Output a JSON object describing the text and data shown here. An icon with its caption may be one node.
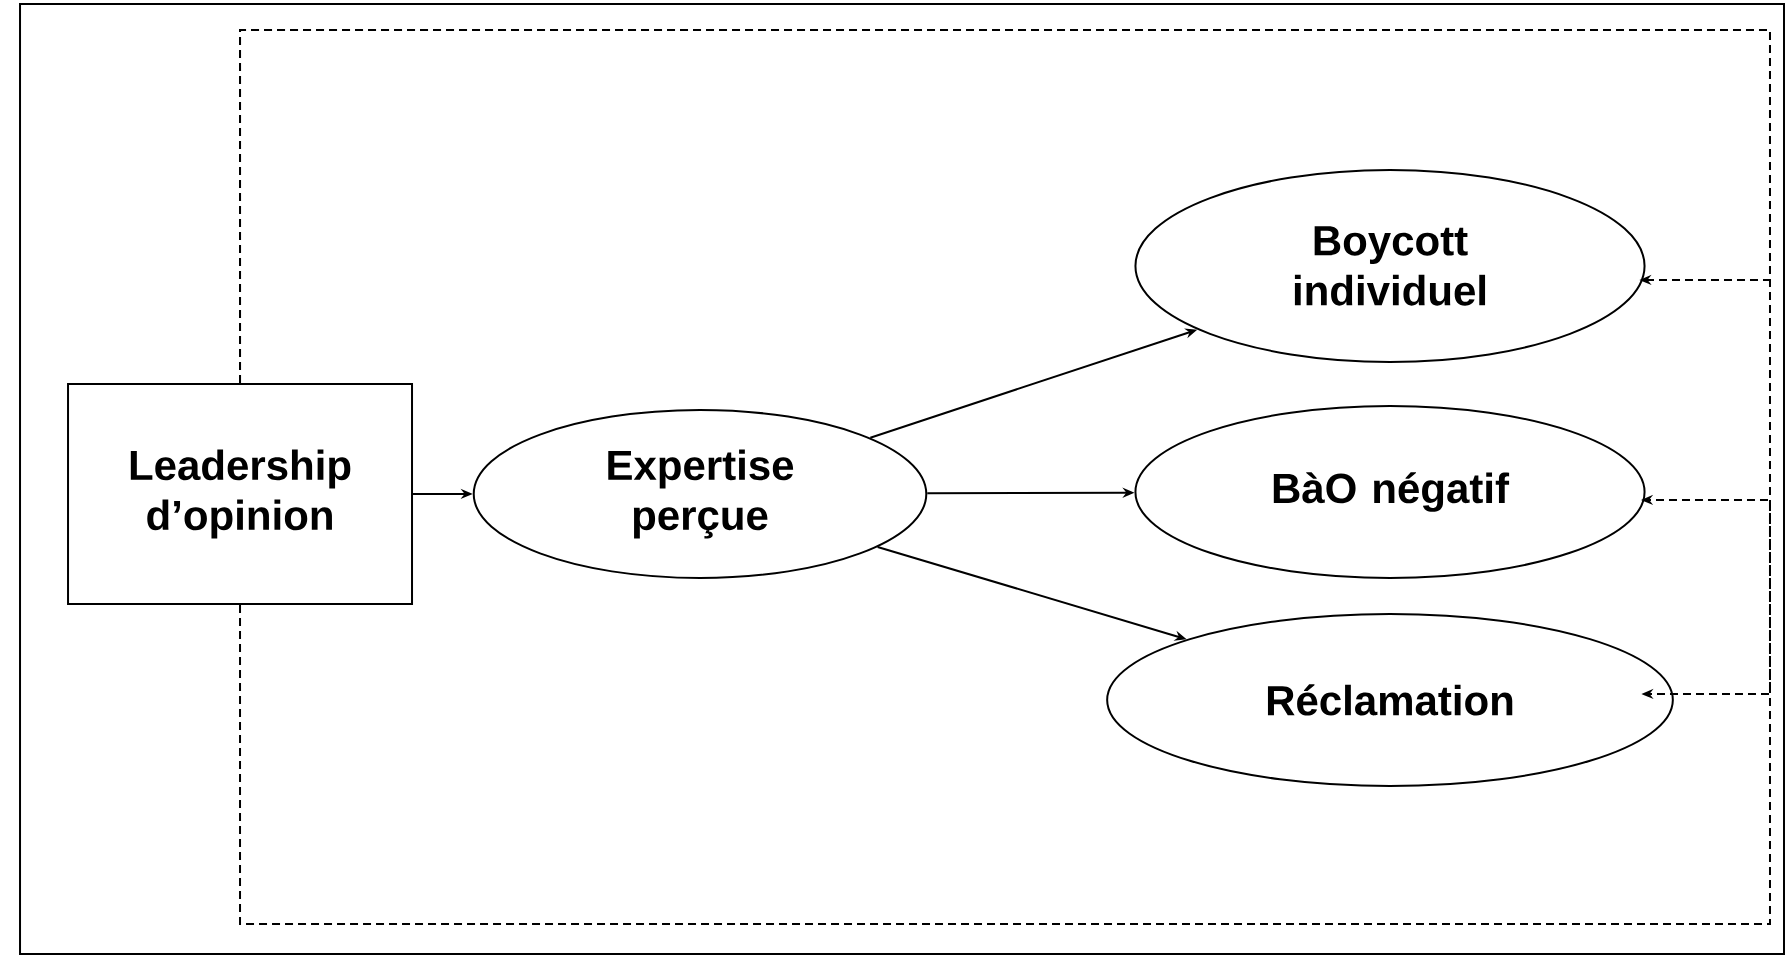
{
  "diagram": {
    "nodes": [
      {
        "text": [
          "Leadership d’opinion"
        ]
      },
      {
        "text": [
          "Expertise perçue"
        ]
      },
      {
        "text": [
          "Boycott individuel"
        ]
      },
      {
        "text": [
          "BàO négatif"
        ]
      },
      {
        "text": [
          "Réclamation"
        ]
      }
    ],
    "edges": [
      {
        "from": 0,
        "to": 1,
        "arrow": "to"
      },
      {
        "from": 1,
        "to": 2,
        "arrow": "to"
      },
      {
        "from": 1,
        "to": 3,
        "arrow": "to"
      },
      {
        "from": 1,
        "to": 4,
        "arrow": "to"
      },
      {
        "from": 0,
        "to": 2,
        "arrow": "to",
        "style": "dashed"
      },
      {
        "from": 0,
        "to": 3,
        "arrow": "to",
        "style": "dashed"
      },
      {
        "from": 0,
        "to": 4,
        "arrow": "to",
        "style": "dashed"
      }
    ]
  }
}
